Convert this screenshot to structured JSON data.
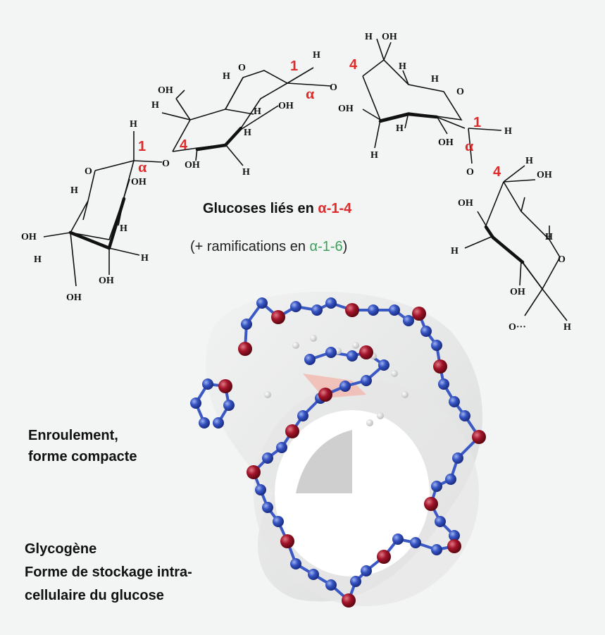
{
  "colors": {
    "background": "#f2f5f4",
    "numbers": "#e02b2b",
    "alpha_1_4": "#e02b2b",
    "alpha_1_6": "#3ca05a",
    "carbon_atom": "#2f4fb8",
    "oxygen_atom": "#a3142a",
    "highlight_ring": "#f2b8ae"
  },
  "chem": {
    "oh": "OH",
    "h": "H",
    "o": "O",
    "n1": "1",
    "n4": "4",
    "alpha": "α",
    "ellipsis_o": "O···"
  },
  "caption": {
    "main_prefix": "Glucoses liés en ",
    "main_link": "α-1-4",
    "sub_prefix": "(+ ramifications en ",
    "sub_link": "α-1-6",
    "sub_suffix": ")"
  },
  "labels": {
    "coil_line1": "Enroulement,",
    "coil_line2": "forme compacte",
    "glycogen_line1": "Glycogène",
    "glycogen_line2": "Forme de stockage intra-",
    "glycogen_line3": "cellulaire du glucose"
  }
}
